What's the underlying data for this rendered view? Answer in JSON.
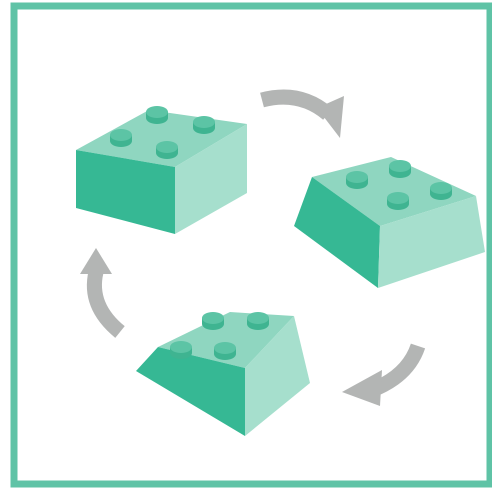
{
  "colors": {
    "frame": "#5fc3a6",
    "brick_top": "#8fd6c0",
    "brick_left": "#36b894",
    "brick_right": "#a6dfcd",
    "stud_top": "#5cc4a5",
    "stud_side": "#3fb491",
    "arrow": "#b3b5b4",
    "background": "#ffffff"
  },
  "icons": [
    "brick-icon",
    "cycle-arrow-icon"
  ],
  "bricks": [
    {
      "name": "brick-top-left"
    },
    {
      "name": "brick-right"
    },
    {
      "name": "brick-bottom"
    }
  ],
  "arrows": [
    {
      "name": "arrow-top",
      "direction": "clockwise"
    },
    {
      "name": "arrow-bottom-right",
      "direction": "clockwise"
    },
    {
      "name": "arrow-left",
      "direction": "clockwise"
    }
  ]
}
